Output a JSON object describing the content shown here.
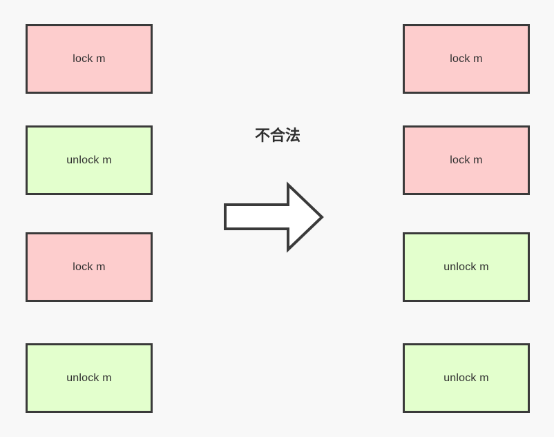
{
  "diagram": {
    "title_text": "不合法",
    "background_color": "#f8f8f8",
    "border_color": "#3a3a3a",
    "lock_fill_color": "#fdcdcd",
    "unlock_fill_color": "#e3ffcd",
    "arrow": {
      "icon_name": "right-arrow-outline-icon",
      "direction": "right",
      "fill": "#ffffff",
      "stroke": "#3a3a3a"
    },
    "left_column": {
      "label": "left-sequence",
      "boxes": [
        {
          "text": "lock m",
          "kind": "lock"
        },
        {
          "text": "unlock m",
          "kind": "unlock"
        },
        {
          "text": "lock m",
          "kind": "lock"
        },
        {
          "text": "unlock m",
          "kind": "unlock"
        }
      ]
    },
    "right_column": {
      "label": "right-sequence",
      "boxes": [
        {
          "text": "lock m",
          "kind": "lock"
        },
        {
          "text": "lock m",
          "kind": "lock"
        },
        {
          "text": "unlock m",
          "kind": "unlock"
        },
        {
          "text": "unlock m",
          "kind": "unlock"
        }
      ]
    }
  }
}
